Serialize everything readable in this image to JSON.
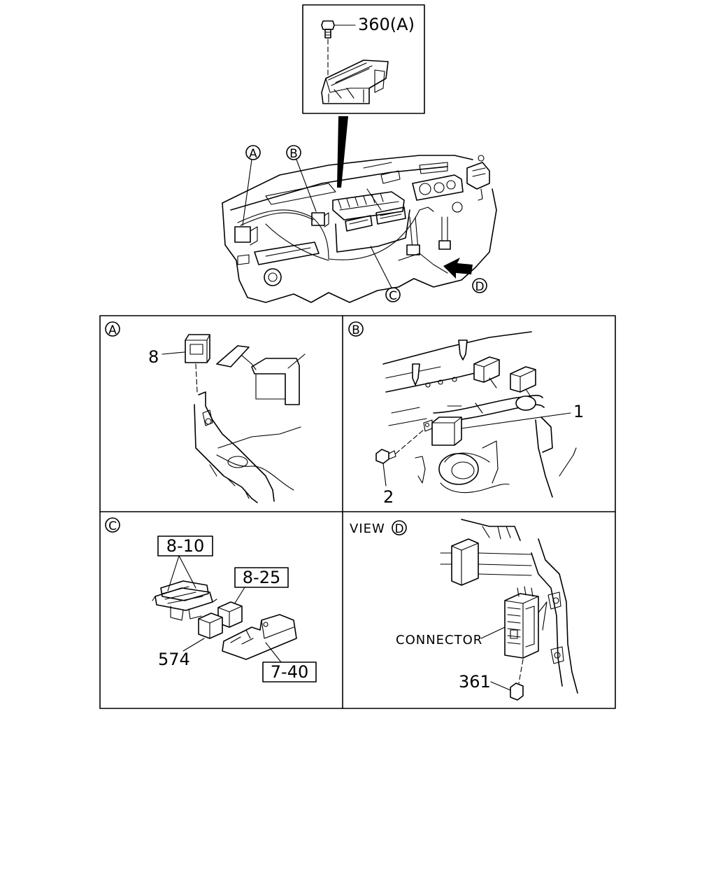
{
  "callouts": {
    "top_part": "360(A)",
    "A": "A",
    "B": "B",
    "C": "C",
    "D": "D"
  },
  "panel_a": {
    "letter": "A",
    "part": "8"
  },
  "panel_b": {
    "letter": "B",
    "part_1": "1",
    "part_2": "2"
  },
  "panel_c": {
    "letter": "C",
    "ref_1": "8-10",
    "ref_2": "8-25",
    "ref_3": "7-40",
    "part": "574"
  },
  "panel_d": {
    "view_label": "VIEW",
    "letter": "D",
    "connector_label": "CONNECTOR",
    "part": "361"
  }
}
